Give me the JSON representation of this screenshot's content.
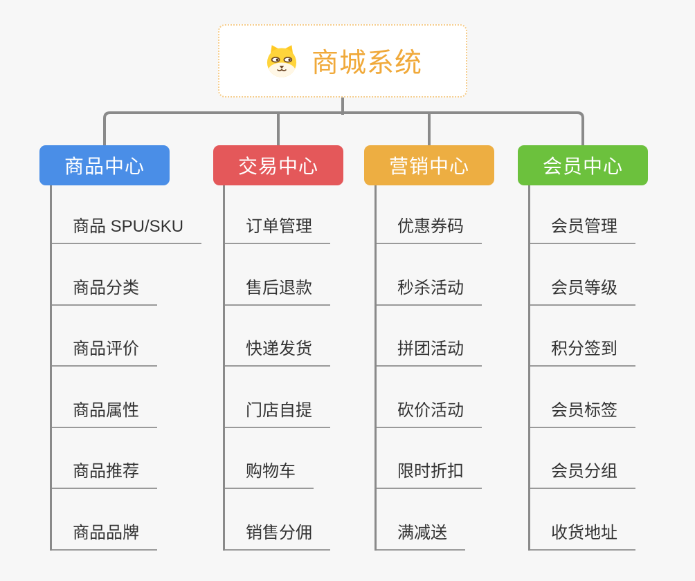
{
  "background_color": "#f7f7f7",
  "connector_color": "#8a8a8a",
  "underline_color": "#9a9a9a",
  "root": {
    "title": "商城系统",
    "title_color": "#f0a93a",
    "border_color": "#f6cd8c",
    "icon": "dog-face-icon"
  },
  "branches": [
    {
      "label": "商品中心",
      "color": "#4a8ee7",
      "children": [
        "商品 SPU/SKU",
        "商品分类",
        "商品评价",
        "商品属性",
        "商品推荐",
        "商品品牌"
      ]
    },
    {
      "label": "交易中心",
      "color": "#e4585a",
      "children": [
        "订单管理",
        "售后退款",
        "快递发货",
        "门店自提",
        "购物车",
        "销售分佣"
      ]
    },
    {
      "label": "营销中心",
      "color": "#edae42",
      "children": [
        "优惠券码",
        "秒杀活动",
        "拼团活动",
        "砍价活动",
        "限时折扣",
        "满减送"
      ]
    },
    {
      "label": "会员中心",
      "color": "#6cc13d",
      "children": [
        "会员管理",
        "会员等级",
        "积分签到",
        "会员标签",
        "会员分组",
        "收货地址"
      ]
    }
  ]
}
